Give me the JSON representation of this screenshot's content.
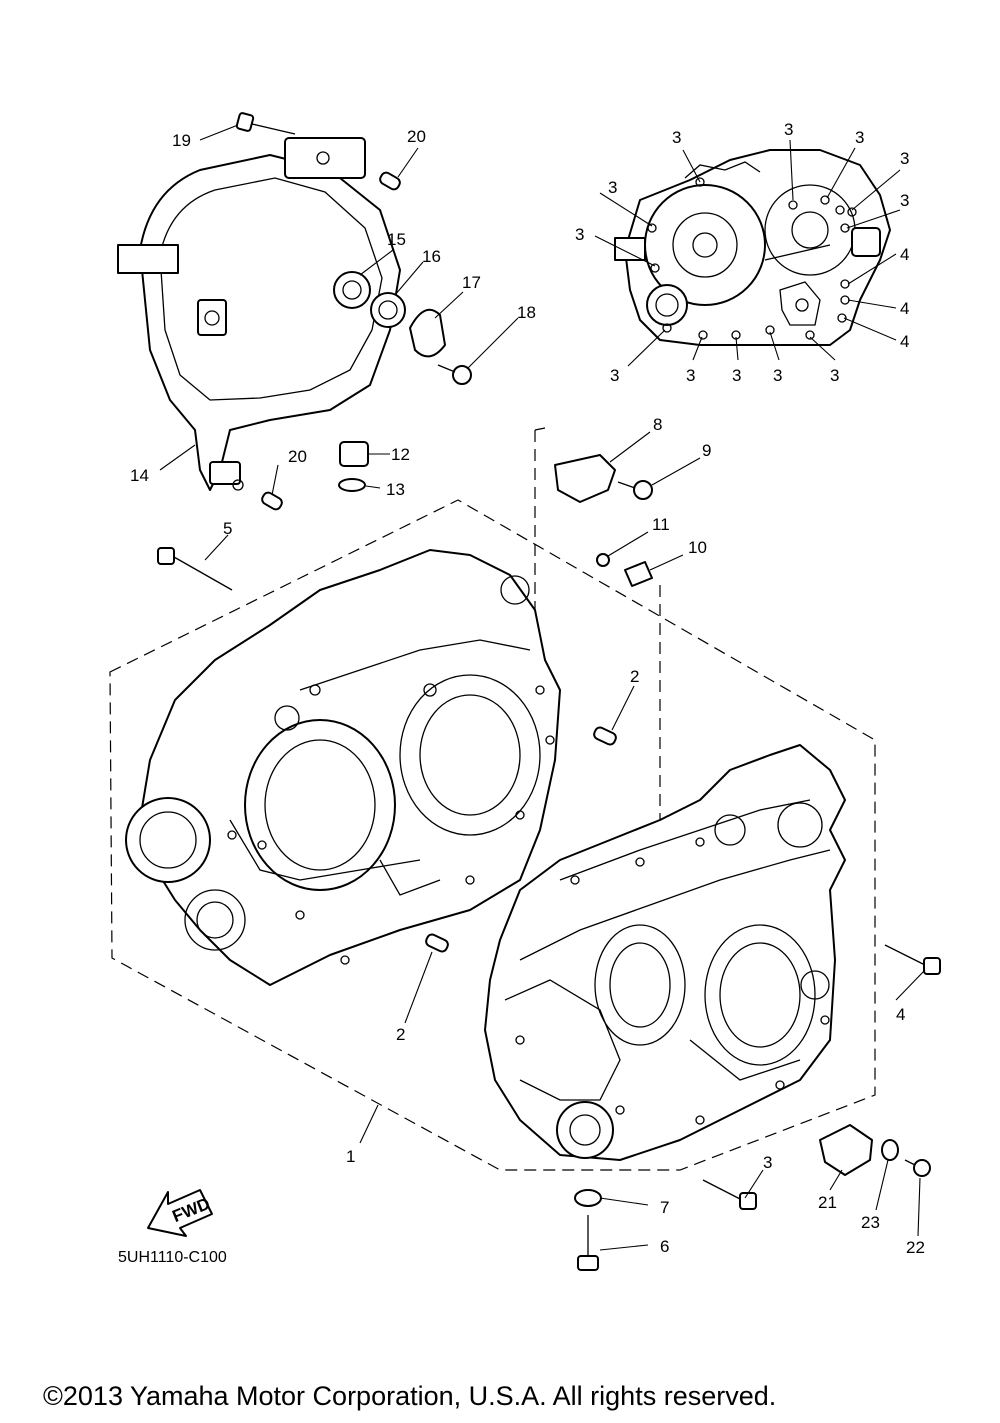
{
  "callouts": {
    "c1": "1",
    "c2a": "2",
    "c2b": "2",
    "c3_tl": "3",
    "c3_t": "3",
    "c3_tr1": "3",
    "c3_tr2": "3",
    "c3_r": "3",
    "c3_l1": "3",
    "c3_l2": "3",
    "c3_bl": "3",
    "c3_b1": "3",
    "c3_b2": "3",
    "c3_b3": "3",
    "c3_b4": "3",
    "c3_lower": "3",
    "c4a": "4",
    "c4b": "4",
    "c4c": "4",
    "c4_lower": "4",
    "c5": "5",
    "c6": "6",
    "c7": "7",
    "c8": "8",
    "c9": "9",
    "c10": "10",
    "c11": "11",
    "c12": "12",
    "c13": "13",
    "c14": "14",
    "c15": "15",
    "c16": "16",
    "c17": "17",
    "c18": "18",
    "c19": "19",
    "c20a": "20",
    "c20b": "20",
    "c21": "21",
    "c22": "22",
    "c23": "23"
  },
  "fwd_label": "FWD",
  "diagram_code": "5UH1110-C100",
  "copyright": "©2013 Yamaha Motor Corporation, U.S.A. All rights reserved."
}
